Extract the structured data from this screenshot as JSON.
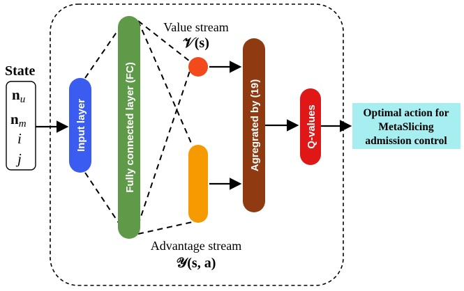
{
  "state": {
    "title": "State",
    "vars": [
      "n",
      "n",
      "i",
      "j"
    ],
    "subs": [
      "u",
      "m"
    ]
  },
  "layers": {
    "input": "Input layer",
    "fc": "Fully connected layer (FC)",
    "aggregated": "Agregrated by (19)",
    "qvalues": "Q-values"
  },
  "streams": {
    "value_label": "Value stream",
    "value_symbol": "𝒱(s)",
    "advantage_label": "Advantage stream",
    "advantage_symbol": "𝒴(s, a)"
  },
  "output": {
    "line1": "Optimal action for",
    "line2": "MetaSlicing",
    "line3": "admission control"
  },
  "colors": {
    "input": "#3a5cf0",
    "fc": "#5e9a47",
    "value": "#f24a1a",
    "advantage": "#f59a00",
    "aggregated": "#8f3a10",
    "qvalues": "#e01717",
    "output_bg": "#a6eef0"
  }
}
